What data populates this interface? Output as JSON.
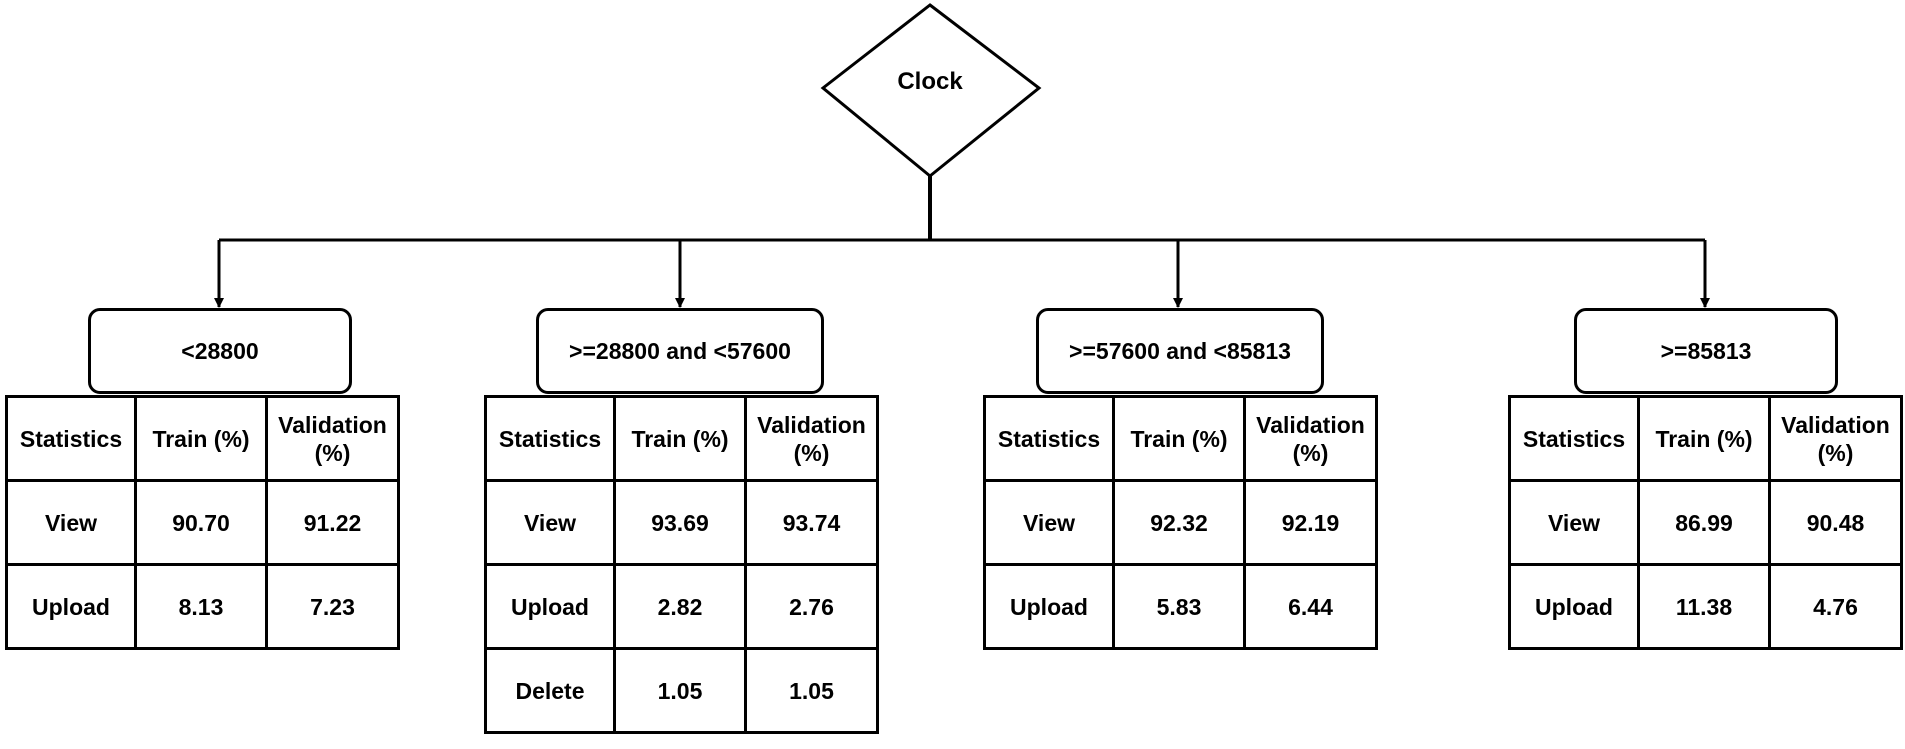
{
  "root": {
    "label": "Clock"
  },
  "columns": [
    "Statistics",
    "Train (%)",
    "Validation (%)"
  ],
  "branches": [
    {
      "condition": "<28800",
      "rows": [
        {
          "stat": "View",
          "train": "90.70",
          "validation": "91.22"
        },
        {
          "stat": "Upload",
          "train": "8.13",
          "validation": "7.23"
        }
      ]
    },
    {
      "condition": ">=28800 and <57600",
      "rows": [
        {
          "stat": "View",
          "train": "93.69",
          "validation": "93.74"
        },
        {
          "stat": "Upload",
          "train": "2.82",
          "validation": "2.76"
        },
        {
          "stat": "Delete",
          "train": "1.05",
          "validation": "1.05"
        }
      ]
    },
    {
      "condition": ">=57600 and <85813",
      "rows": [
        {
          "stat": "View",
          "train": "92.32",
          "validation": "92.19"
        },
        {
          "stat": "Upload",
          "train": "5.83",
          "validation": "6.44"
        }
      ]
    },
    {
      "condition": ">=85813",
      "rows": [
        {
          "stat": "View",
          "train": "86.99",
          "validation": "90.48"
        },
        {
          "stat": "Upload",
          "train": "11.38",
          "validation": "4.76"
        }
      ]
    }
  ]
}
